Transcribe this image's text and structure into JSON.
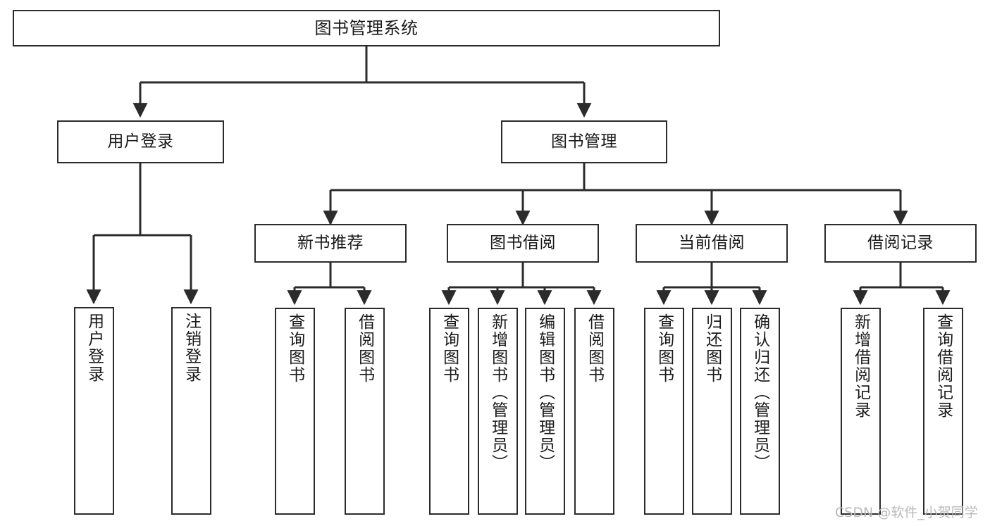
{
  "diagram": {
    "type": "tree",
    "title": "图书管理系统",
    "orientation": "top-down",
    "colors": {
      "background": "#ffffff",
      "node_border": "#2b2b2b",
      "node_fill": "#ffffff",
      "edge": "#2b2b2b",
      "text": "#1a1a1a",
      "watermark": "#b9b9b9"
    }
  },
  "watermark": {
    "text": "CSDN @软件_小贺同学"
  },
  "nodes": {
    "root": {
      "label": "图书管理系统"
    },
    "level1": [
      {
        "label": "用户登录"
      },
      {
        "label": "图书管理"
      }
    ],
    "level2": [
      {
        "label": "新书推荐"
      },
      {
        "label": "图书借阅"
      },
      {
        "label": "当前借阅"
      },
      {
        "label": "借阅记录"
      }
    ],
    "leaves": {
      "user_login": [
        {
          "label": "用户登录"
        },
        {
          "label": "注销登录"
        }
      ],
      "new_book_recommend": [
        {
          "label": "查询图书"
        },
        {
          "label": "借阅图书"
        }
      ],
      "book_borrow": [
        {
          "label": "查询图书"
        },
        {
          "label": "新增图书（管理员）"
        },
        {
          "label": "编辑图书（管理员）"
        },
        {
          "label": "借阅图书"
        }
      ],
      "current_borrow": [
        {
          "label": "查询图书"
        },
        {
          "label": "归还图书"
        },
        {
          "label": "确认归还（管理员）"
        }
      ],
      "borrow_record": [
        {
          "label": "新增借阅记录"
        },
        {
          "label": "查询借阅记录"
        }
      ]
    }
  }
}
